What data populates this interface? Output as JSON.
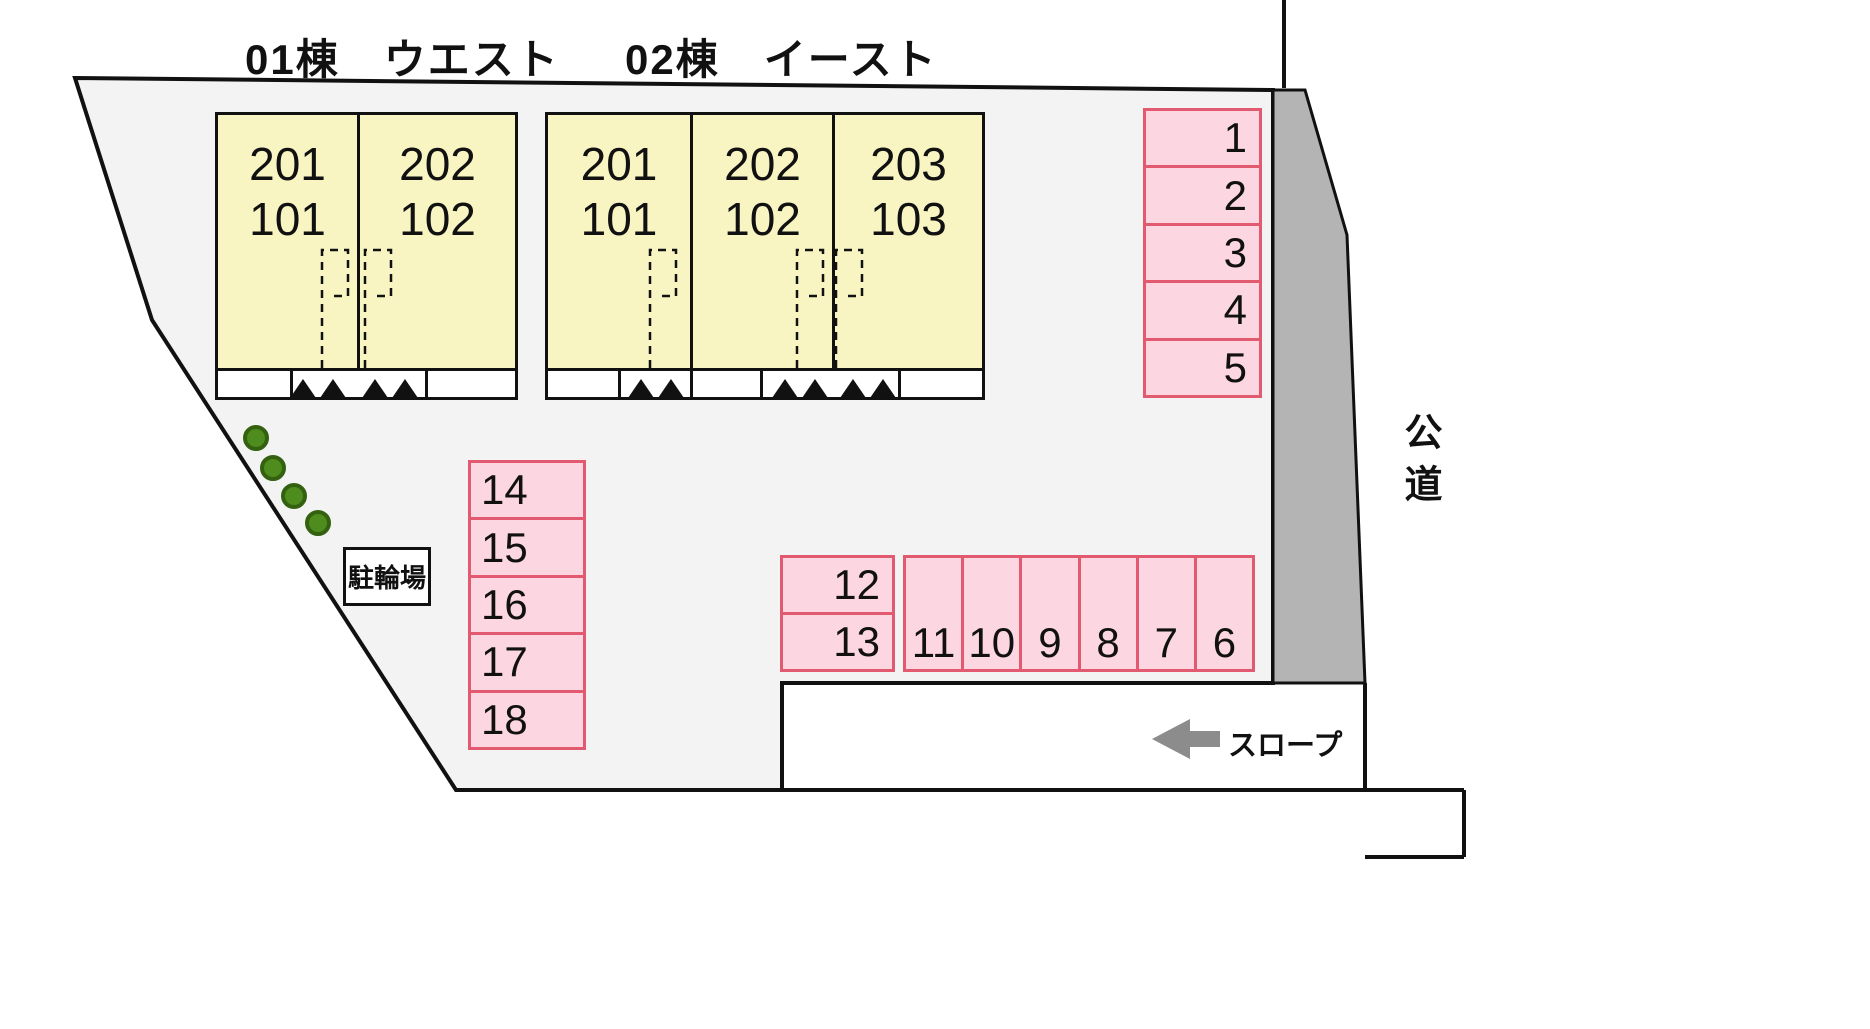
{
  "titles": {
    "west": "01棟　ウエスト",
    "east": "02棟　イースト"
  },
  "buildings": [
    {
      "name": "01棟 ウエスト",
      "units": [
        {
          "upper": "201",
          "lower": "101"
        },
        {
          "upper": "202",
          "lower": "102"
        }
      ]
    },
    {
      "name": "02棟 イースト",
      "units": [
        {
          "upper": "201",
          "lower": "101"
        },
        {
          "upper": "202",
          "lower": "102"
        },
        {
          "upper": "203",
          "lower": "103"
        }
      ]
    }
  ],
  "parking": {
    "right_column": [
      "1",
      "2",
      "3",
      "4",
      "5"
    ],
    "left_column": [
      "14",
      "15",
      "16",
      "17",
      "18"
    ],
    "pair_stack": [
      "12",
      "13"
    ],
    "bottom_row": [
      "11",
      "10",
      "9",
      "8",
      "7",
      "6"
    ]
  },
  "labels": {
    "bicycle_parking": "駐輪場",
    "public_road": "公道",
    "slope": "スロープ"
  },
  "colors": {
    "unit_fill": "#f8f5c3",
    "parking_fill": "#fcd6e1",
    "parking_border": "#e25a70",
    "site_fill": "#f3f3f3",
    "road_gray": "#b4b4b4",
    "tree_green": "#4e8c1d",
    "outline": "#111111",
    "arrow_gray": "#8c8c8c"
  }
}
